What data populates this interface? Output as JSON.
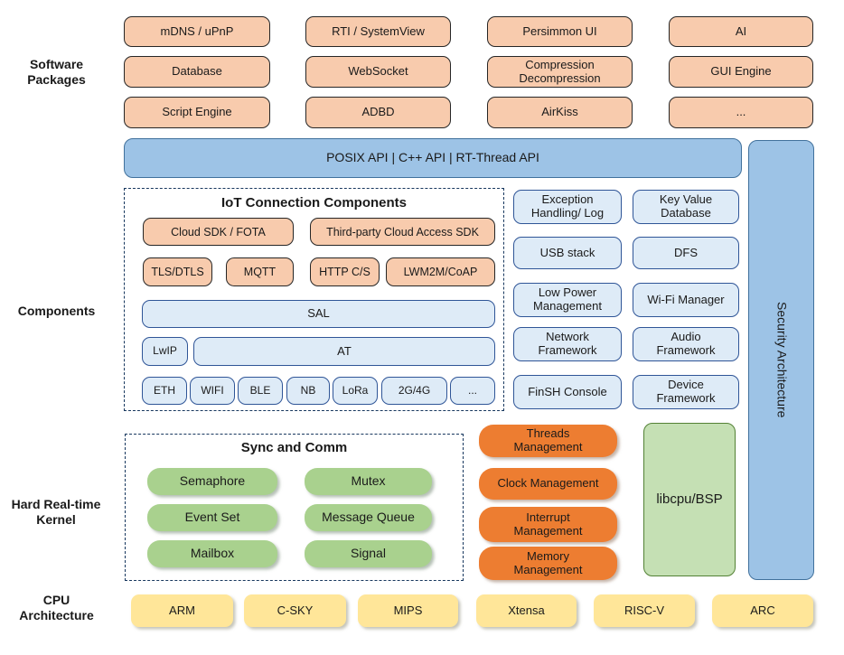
{
  "side_labels": {
    "software": "Software\nPackages",
    "components": "Components",
    "kernel": "Hard Real-time\nKernel",
    "cpu": "CPU\nArchitecture"
  },
  "software_packages": [
    "mDNS / uPnP",
    "RTI / SystemView",
    "Persimmon UI",
    "AI",
    "Database",
    "WebSocket",
    "Compression\nDecompression",
    "GUI Engine",
    "Script Engine",
    "ADBD",
    "AirKiss",
    "..."
  ],
  "api_bar": "POSIX API  |  C++ API  |  RT-Thread API",
  "security_bar": "Security Architecture",
  "iot": {
    "title": "IoT Connection Components",
    "cloud_sdk": "Cloud SDK / FOTA",
    "third_party": "Third-party Cloud Access SDK",
    "tls": "TLS/DTLS",
    "mqtt": "MQTT",
    "http": "HTTP C/S",
    "lwm2m": "LWM2M/CoAP",
    "sal": "SAL",
    "lwip": "LwIP",
    "at": "AT",
    "phy": [
      "ETH",
      "WIFI",
      "BLE",
      "NB",
      "LoRa",
      "2G/4G",
      "..."
    ]
  },
  "components_right": [
    "Exception\nHandling/ Log",
    "Key Value\nDatabase",
    "USB stack",
    "DFS",
    "Low Power\nManagement",
    "Wi-Fi Manager",
    "Network\nFramework",
    "Audio\nFramework",
    "FinSH Console",
    "Device\nFramework"
  ],
  "kernel": {
    "sync_title": "Sync and Comm",
    "sync_items": [
      "Semaphore",
      "Mutex",
      "Event Set",
      "Message Queue",
      "Mailbox",
      "Signal"
    ],
    "mgmt_items": [
      "Threads\nManagement",
      "Clock Management",
      "Interrupt\nManagement",
      "Memory\nManagement"
    ],
    "libcpu": "libcpu/BSP"
  },
  "cpu_archs": [
    "ARM",
    "C-SKY",
    "MIPS",
    "Xtensa",
    "RISC-V",
    "ARC"
  ],
  "colors": {
    "orange": "#F8CBAD",
    "blue": "#9DC3E6",
    "lightblue": "#DEEBF7",
    "green": "#A9D18E",
    "dkorange": "#ED7D31",
    "lightgreen": "#C5E0B4",
    "yellow": "#FFE699"
  }
}
